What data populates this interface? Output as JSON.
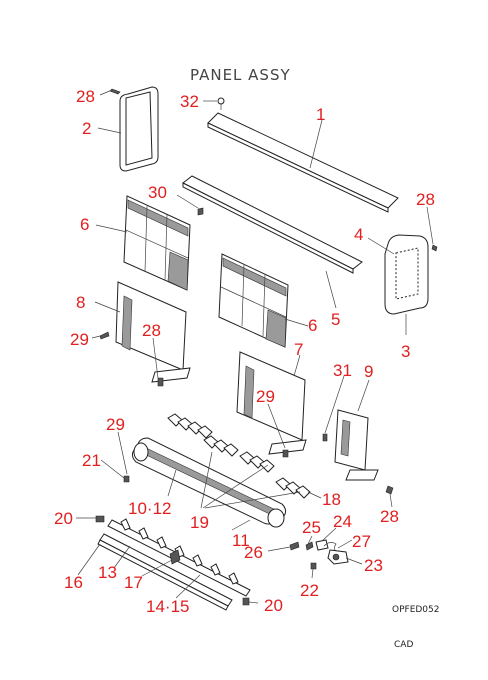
{
  "title": "PANEL ASSY",
  "drawing_code": "OPFED052",
  "cad_label": "CAD",
  "callouts": {
    "c1": "1",
    "c2": "2",
    "c3": "3",
    "c4": "4",
    "c5": "5",
    "c6a": "6",
    "c6b": "6",
    "c7": "7",
    "c8": "8",
    "c9": "9",
    "c10_12": "10·12",
    "c11": "11",
    "c13": "13",
    "c14_15": "14·15",
    "c16": "16",
    "c17": "17",
    "c18": "18",
    "c19": "19",
    "c20a": "20",
    "c20b": "20",
    "c21": "21",
    "c22": "22",
    "c23": "23",
    "c24": "24",
    "c25": "25",
    "c26": "26",
    "c27": "27",
    "c28a": "28",
    "c28b": "28",
    "c28c": "28",
    "c28d": "28",
    "c29a": "29",
    "c29b": "29",
    "c29c": "29",
    "c30": "30",
    "c31": "31",
    "c32": "32"
  }
}
